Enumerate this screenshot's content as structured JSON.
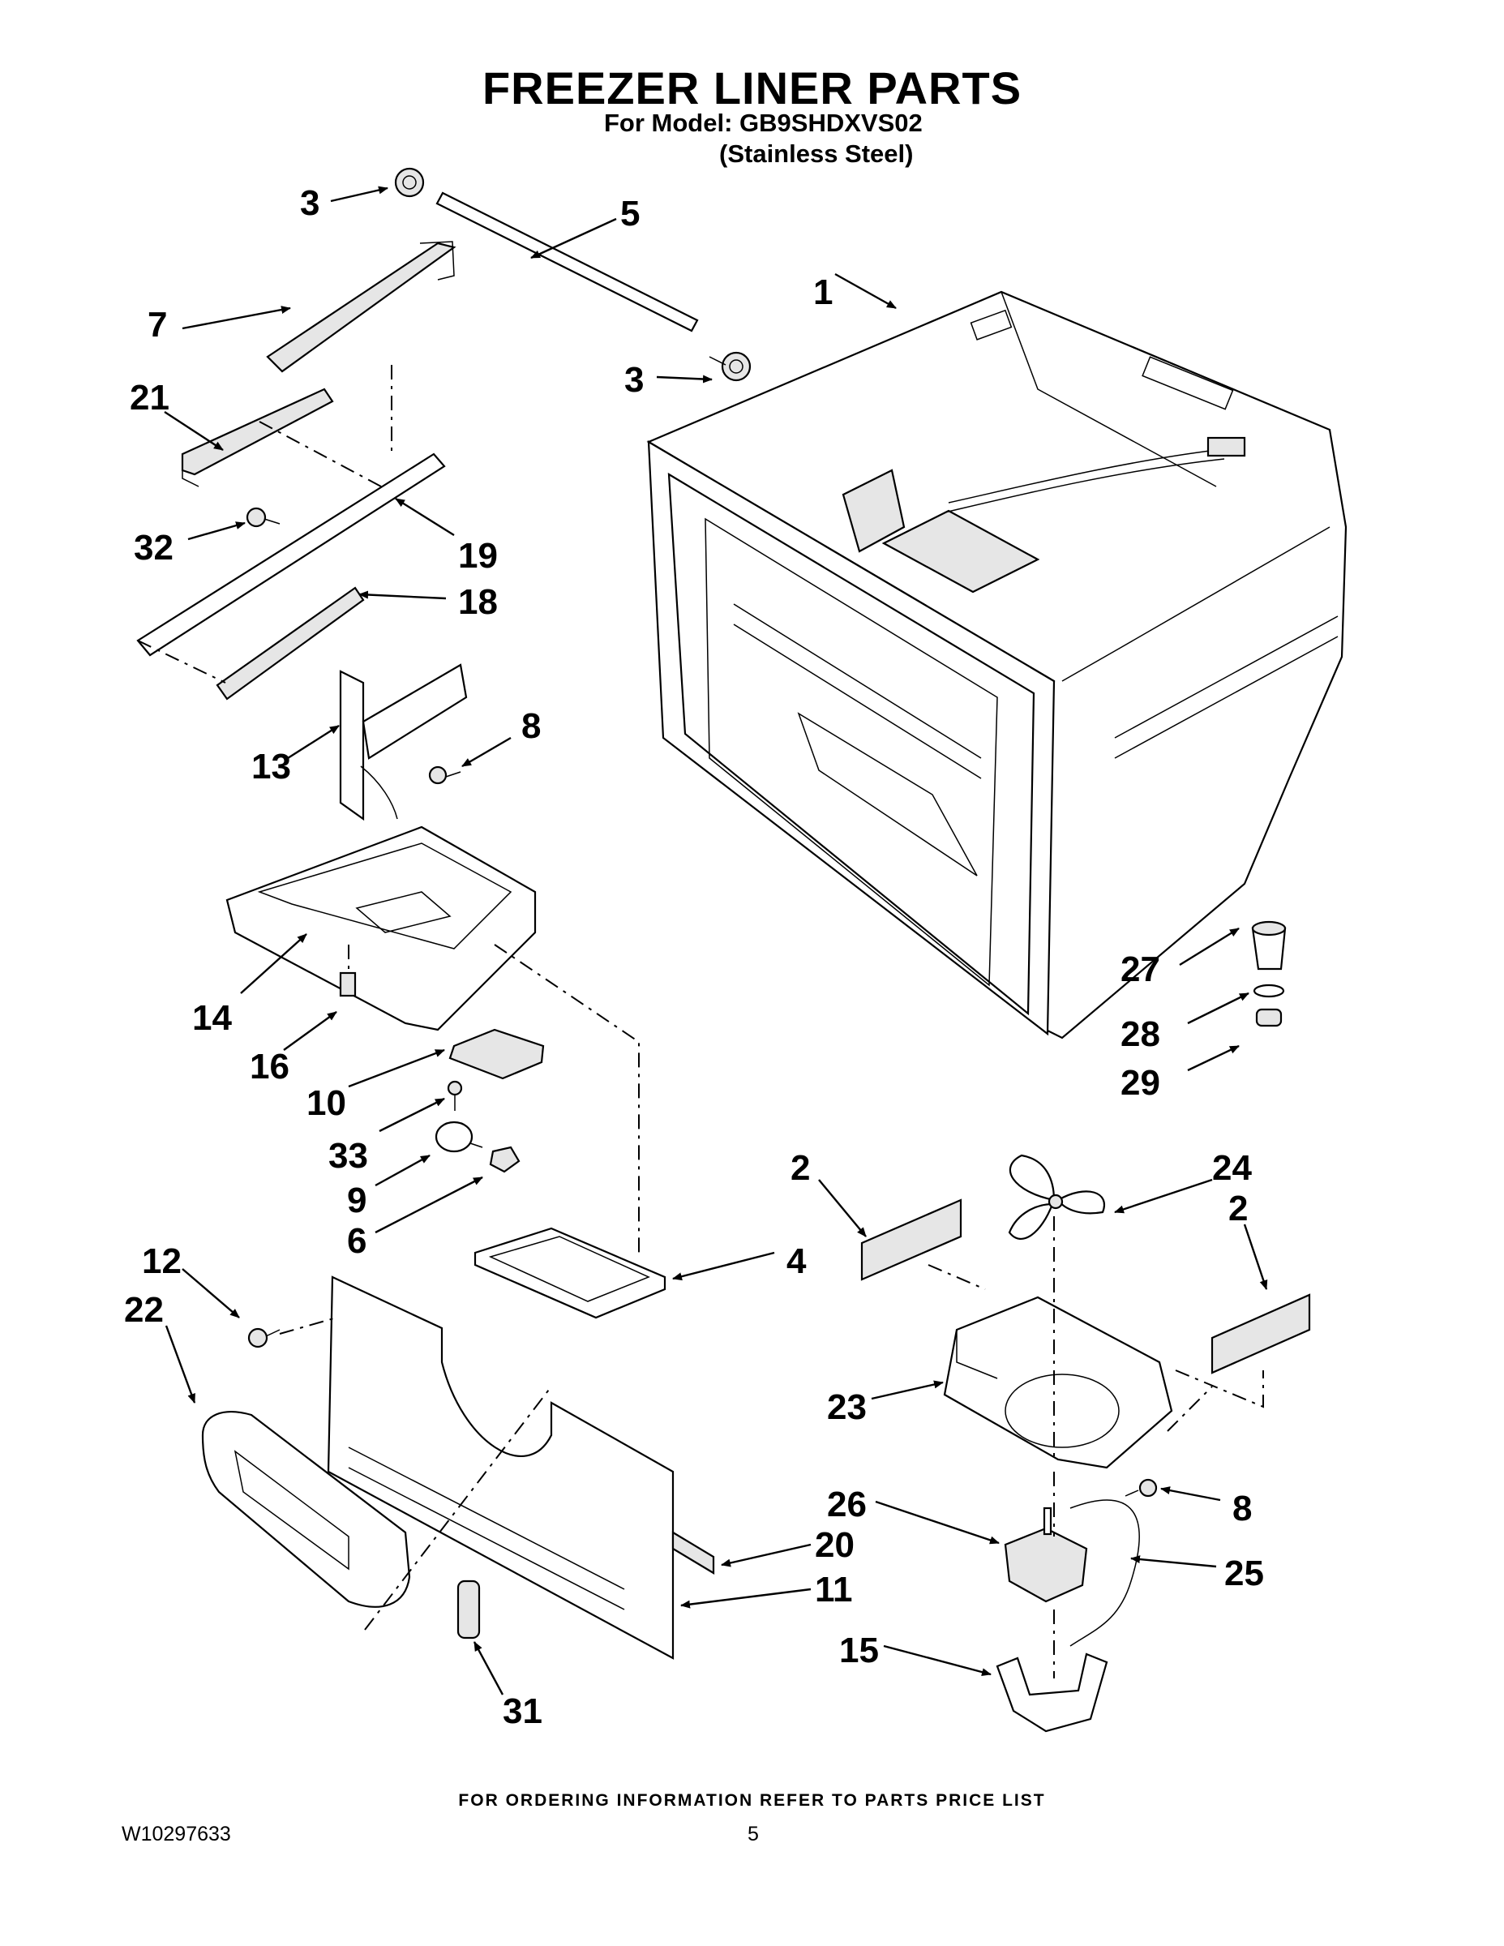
{
  "header": {
    "title": "FREEZER LINER PARTS",
    "model": "For Model: GB9SHDXVS02",
    "variant": "(Stainless Steel)"
  },
  "callouts": [
    {
      "id": "c3a",
      "label": "3"
    },
    {
      "id": "c5",
      "label": "5"
    },
    {
      "id": "c1",
      "label": "1"
    },
    {
      "id": "c7",
      "label": "7"
    },
    {
      "id": "c3b",
      "label": "3"
    },
    {
      "id": "c21",
      "label": "21"
    },
    {
      "id": "c32",
      "label": "32"
    },
    {
      "id": "c19",
      "label": "19"
    },
    {
      "id": "c18",
      "label": "18"
    },
    {
      "id": "c13",
      "label": "13"
    },
    {
      "id": "c8a",
      "label": "8"
    },
    {
      "id": "c14",
      "label": "14"
    },
    {
      "id": "c27",
      "label": "27"
    },
    {
      "id": "c28",
      "label": "28"
    },
    {
      "id": "c16",
      "label": "16"
    },
    {
      "id": "c10",
      "label": "10"
    },
    {
      "id": "c29",
      "label": "29"
    },
    {
      "id": "c33",
      "label": "33"
    },
    {
      "id": "c2a",
      "label": "2"
    },
    {
      "id": "c24",
      "label": "24"
    },
    {
      "id": "c2b",
      "label": "2"
    },
    {
      "id": "c9",
      "label": "9"
    },
    {
      "id": "c6",
      "label": "6"
    },
    {
      "id": "c4",
      "label": "4"
    },
    {
      "id": "c12",
      "label": "12"
    },
    {
      "id": "c22",
      "label": "22"
    },
    {
      "id": "c23",
      "label": "23"
    },
    {
      "id": "c8b",
      "label": "8"
    },
    {
      "id": "c26",
      "label": "26"
    },
    {
      "id": "c20",
      "label": "20"
    },
    {
      "id": "c25",
      "label": "25"
    },
    {
      "id": "c11",
      "label": "11"
    },
    {
      "id": "c15",
      "label": "15"
    },
    {
      "id": "c31",
      "label": "31"
    }
  ],
  "footer": {
    "note": "FOR ORDERING INFORMATION REFER TO PARTS PRICE LIST",
    "doc_number": "W10297633",
    "page": "5"
  }
}
